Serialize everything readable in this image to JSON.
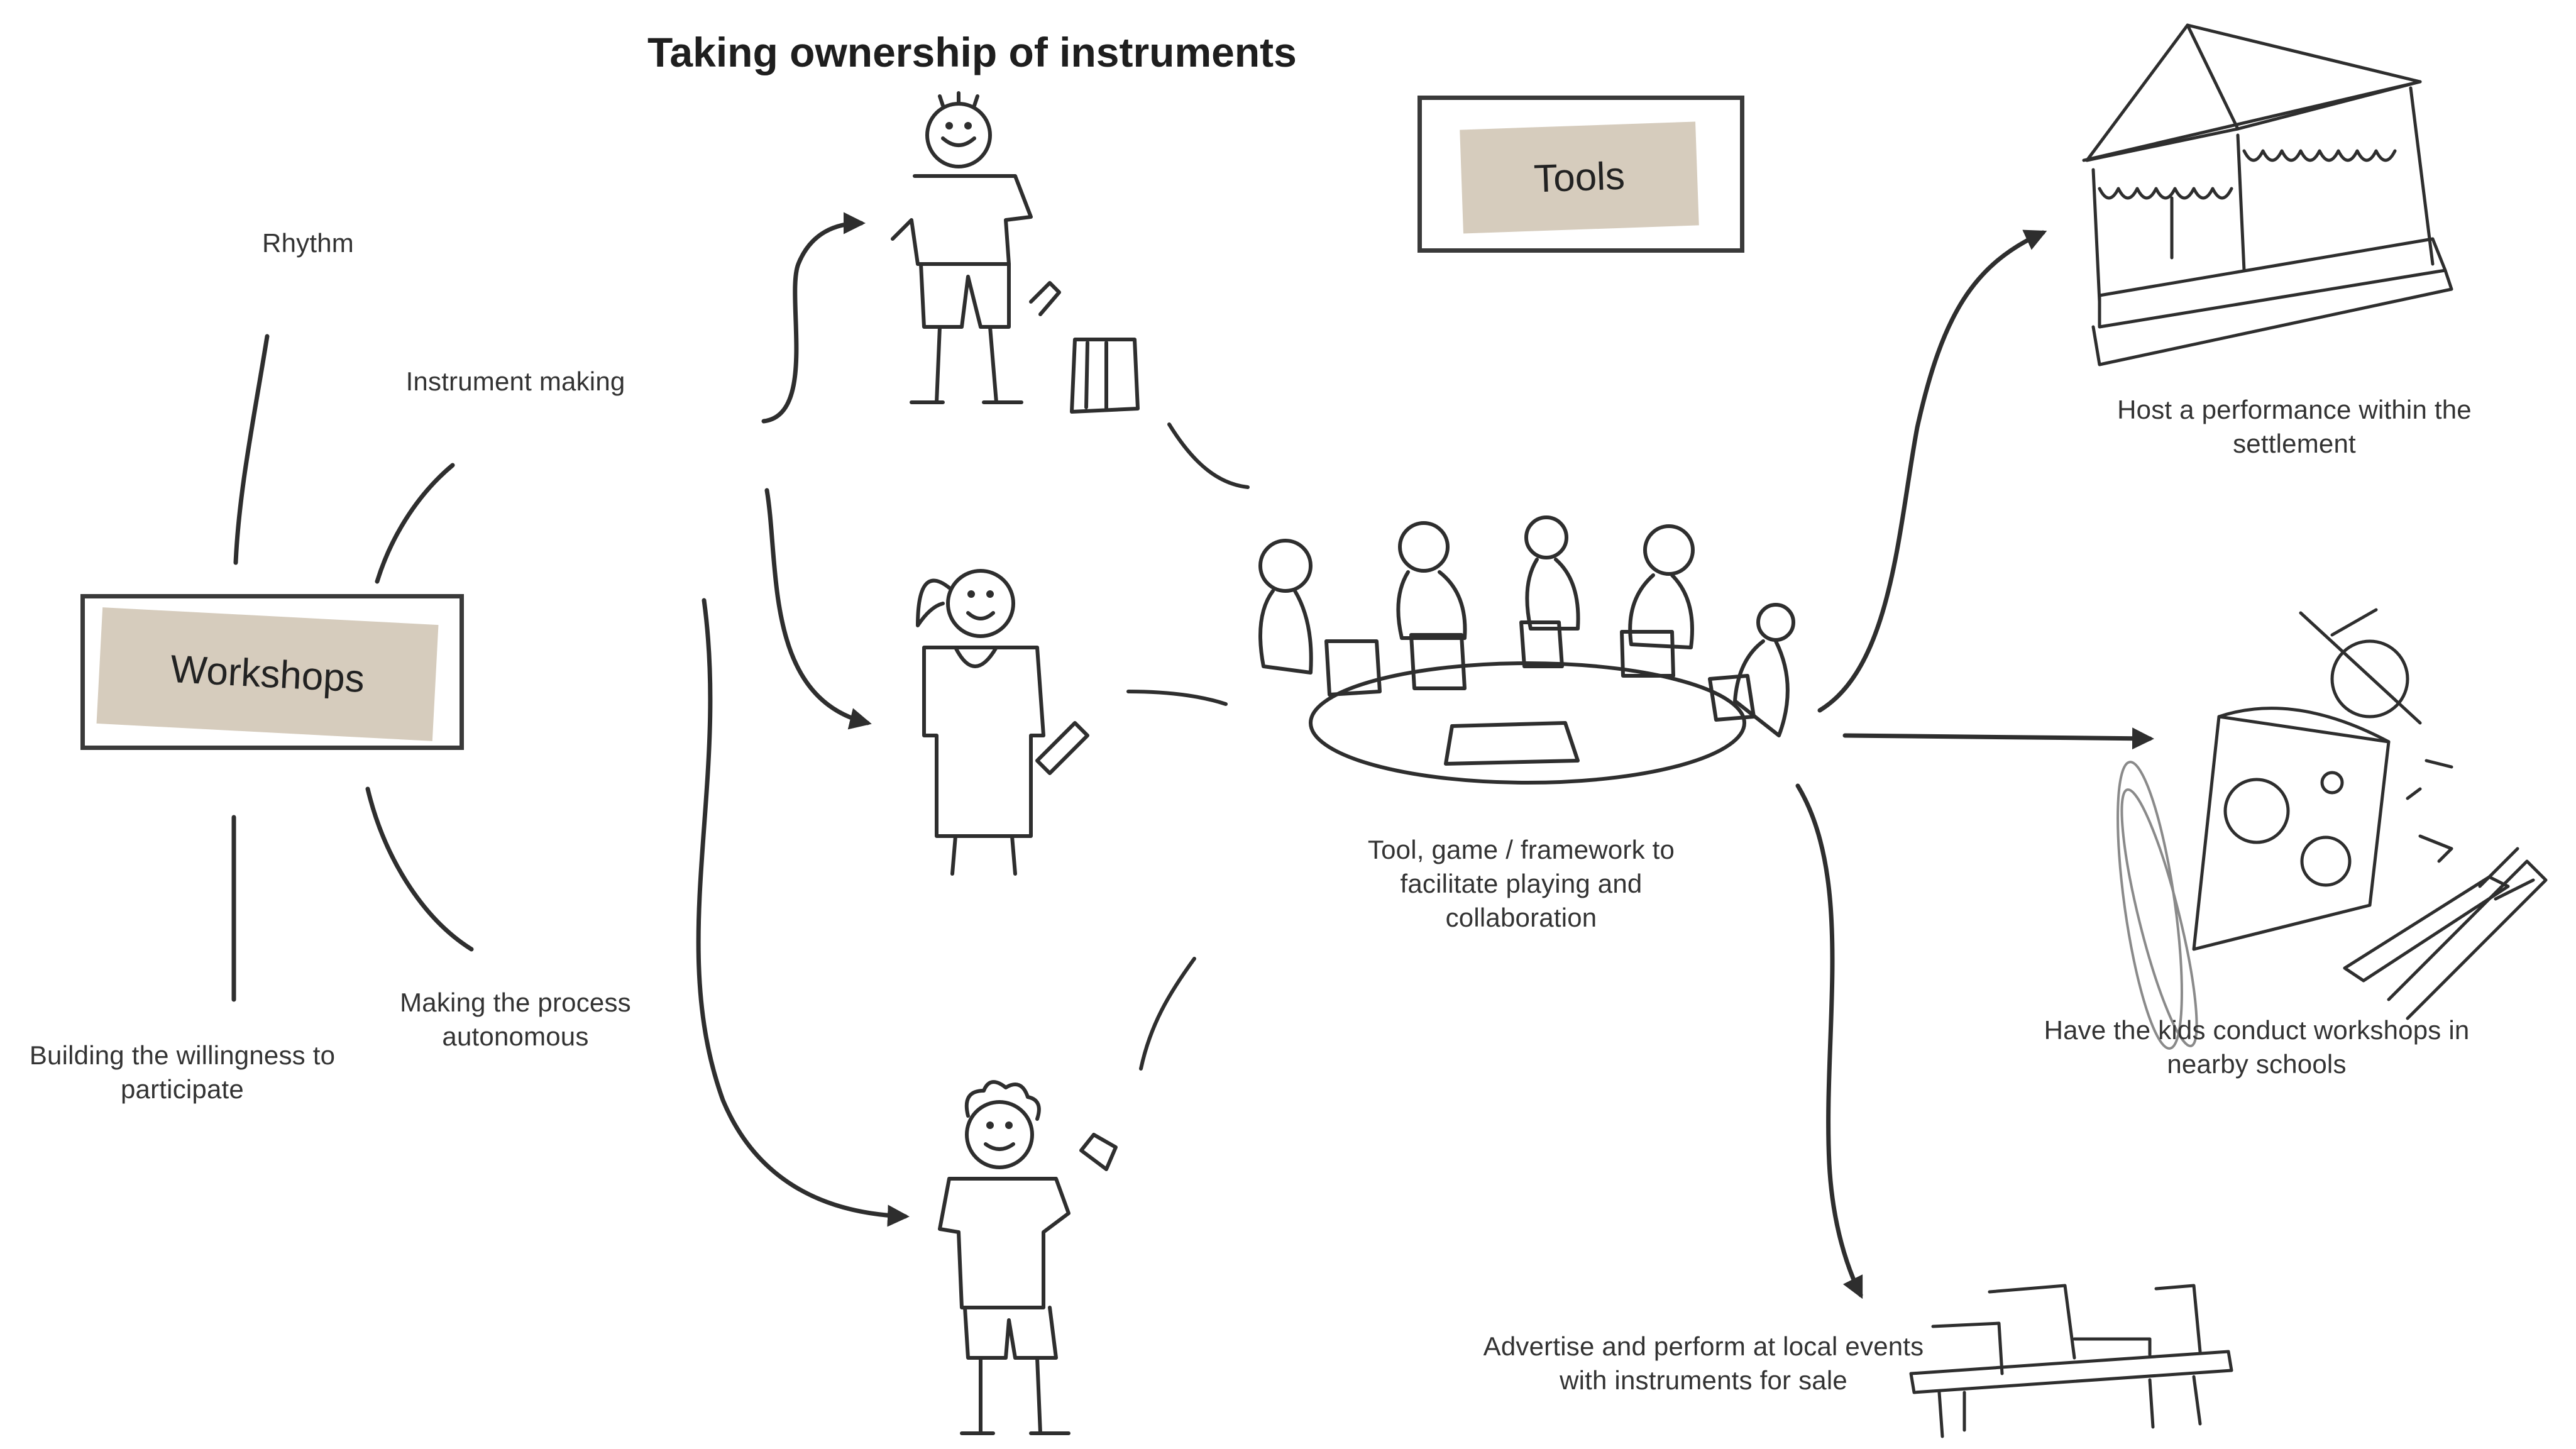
{
  "title": "Taking ownership of instruments",
  "boxes": {
    "workshops": "Workshops",
    "tools": "Tools"
  },
  "labels": {
    "rhythm": "Rhythm",
    "instrument_making": "Instrument making",
    "making_process": "Making the process autonomous",
    "willingness": "Building the willingness to participate",
    "tool_game": "Tool, game / framework to facilitate playing and collaboration",
    "host_performance": "Host a performance within the settlement",
    "conduct_workshops": "Have the kids conduct workshops in nearby schools",
    "advertise": "Advertise and perform at local events with instruments for sale"
  },
  "colors": {
    "stroke": "#2e2e2e",
    "tag": "#d6ccbd",
    "pencil": "#8a8a8a"
  }
}
